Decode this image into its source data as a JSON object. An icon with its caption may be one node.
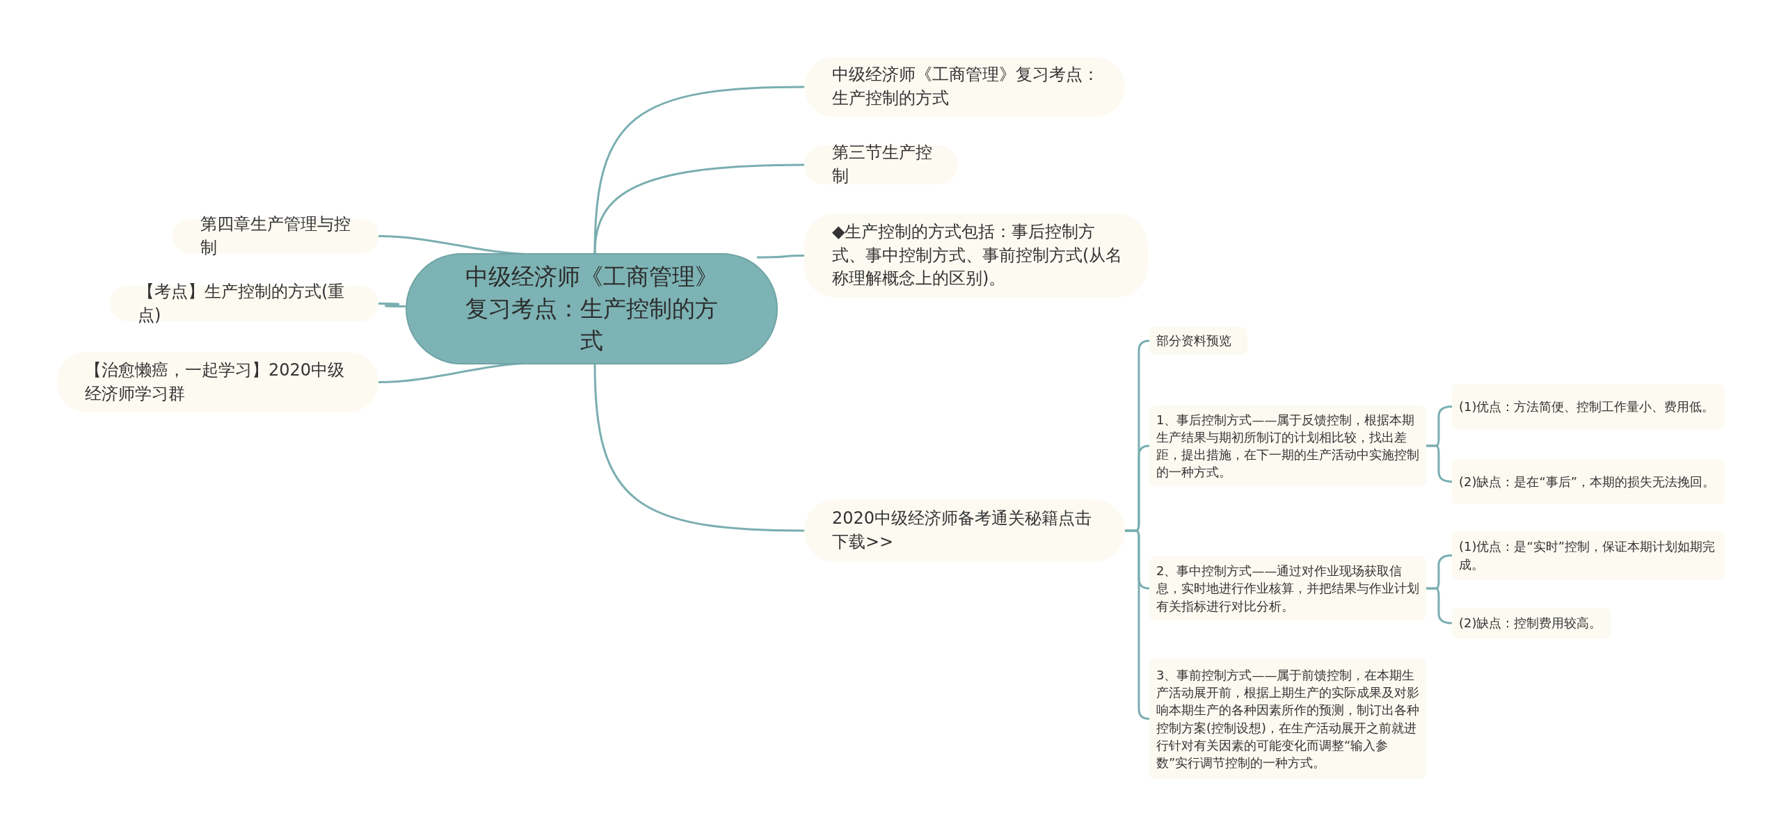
{
  "diagram": {
    "nodes": [
      {
        "text": [
          "中级经济师《工商管理》复习考点：生产控制的方式"
        ]
      },
      {
        "text": [
          "中级经济师《工商管理》复习考点：生产控制的方式"
        ]
      },
      {
        "text": [
          "第三节生产控制"
        ]
      },
      {
        "text": [
          "◆生产控制的方式包括：事后控制方式、事中控制方式、事前控制方式(从名称理解概念上的区别)。"
        ]
      },
      {
        "text": [
          "第四章生产管理与控制"
        ]
      },
      {
        "text": [
          "【考点】生产控制的方式(重点)"
        ]
      },
      {
        "text": [
          "【治愈懒癌，一起学习】2020中级经济师学习群"
        ]
      },
      {
        "text": [
          "2020中级经济师备考通关秘籍点击下载>>"
        ]
      },
      {
        "text": [
          "部分资料预览"
        ]
      },
      {
        "text": [
          "1、事后控制方式——属于反馈控制，根据本期生产结果与期初所制订的计划相比较，找出差距，提出措施，在下一期的生产活动中实施控制的一种方式。"
        ]
      },
      {
        "text": [
          "(1)优点：方法简便、控制工作量小、费用低。"
        ]
      },
      {
        "text": [
          "(2)缺点：是在“事后”，本期的损失无法挽回。"
        ]
      },
      {
        "text": [
          "2、事中控制方式——通过对作业现场获取信息，实时地进行作业核算，并把结果与作业计划有关指标进行对比分析。"
        ]
      },
      {
        "text": [
          "(1)优点：是“实时”控制，保证本期计划如期完成。"
        ]
      },
      {
        "text": [
          "(2)缺点：控制费用较高。"
        ]
      },
      {
        "text": [
          "3、事前控制方式——属于前馈控制，在本期生产活动展开前，根据上期生产的实际成果及对影响本期生产的各种因素所作的预测，制订出各种控制方案(控制设想)，在生产活动展开之前就进行针对有关因素的可能变化而调整“输入参数”实行调节控制的一种方式。"
        ]
      }
    ],
    "edges": [
      {
        "from": 0,
        "to": 1,
        "arrow": "none"
      },
      {
        "from": 0,
        "to": 2,
        "arrow": "none"
      },
      {
        "from": 0,
        "to": 3,
        "arrow": "none"
      },
      {
        "from": 0,
        "to": 4,
        "arrow": "none"
      },
      {
        "from": 0,
        "to": 5,
        "arrow": "none"
      },
      {
        "from": 0,
        "to": 6,
        "arrow": "none"
      },
      {
        "from": 0,
        "to": 7,
        "arrow": "none"
      },
      {
        "from": 7,
        "to": 8,
        "arrow": "none"
      },
      {
        "from": 7,
        "to": 9,
        "arrow": "none"
      },
      {
        "from": 7,
        "to": 12,
        "arrow": "none"
      },
      {
        "from": 7,
        "to": 15,
        "arrow": "none"
      },
      {
        "from": 9,
        "to": 10,
        "arrow": "none"
      },
      {
        "from": 9,
        "to": 11,
        "arrow": "none"
      },
      {
        "from": 12,
        "to": 13,
        "arrow": "none"
      },
      {
        "from": 12,
        "to": 14,
        "arrow": "none"
      }
    ]
  }
}
